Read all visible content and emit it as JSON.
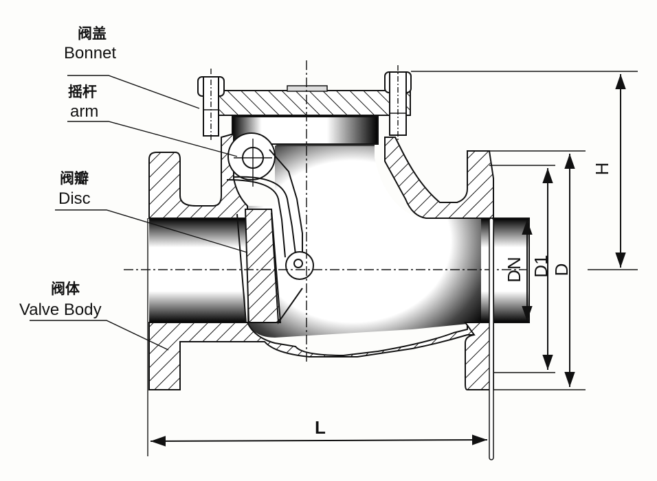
{
  "title": "Swing Check Valve Structure Diagram",
  "labels": {
    "bonnet": {
      "cn": "阀盖",
      "en": "Bonnet"
    },
    "arm": {
      "cn": "摇杆",
      "en": "arm"
    },
    "disc": {
      "cn": "阀瓣",
      "en": "Disc"
    },
    "body": {
      "cn": "阀体",
      "en": "Valve Body"
    }
  },
  "dimensions": {
    "height": "H",
    "length": "L",
    "nominal_diameter": "DN",
    "bolt_circle_diameter": "D1",
    "flange_outer_diameter": "D"
  },
  "colors": {
    "line": "#111111",
    "background": "#fdfdfb"
  }
}
